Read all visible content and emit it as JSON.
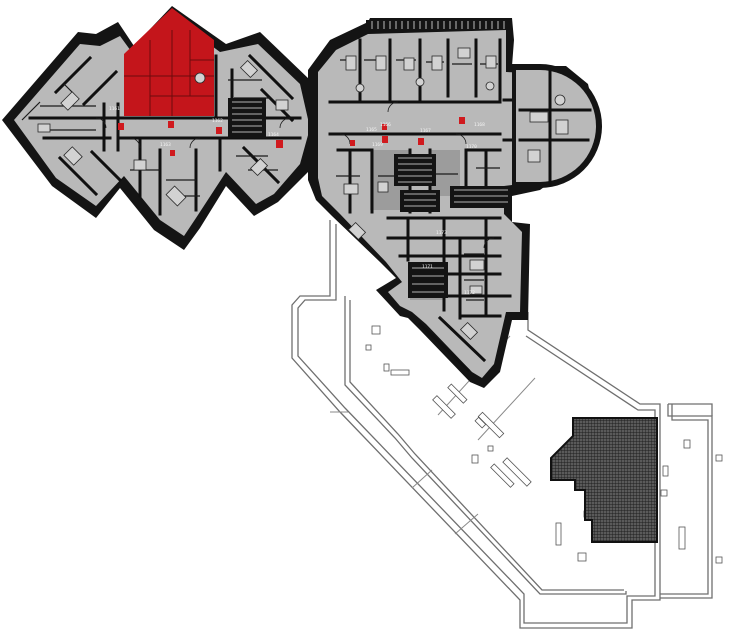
{
  "plan": {
    "highlighted_unit": {
      "color": "#c4151b"
    },
    "marker_color": "#d01a1e",
    "roof_terrace": {
      "hatch_color": "#3a3a3a"
    },
    "tags": [
      "1161",
      "1162",
      "1163",
      "1164",
      "1165",
      "1166",
      "1167",
      "1168",
      "1169",
      "1170",
      "1171",
      "1172",
      "1173"
    ]
  }
}
